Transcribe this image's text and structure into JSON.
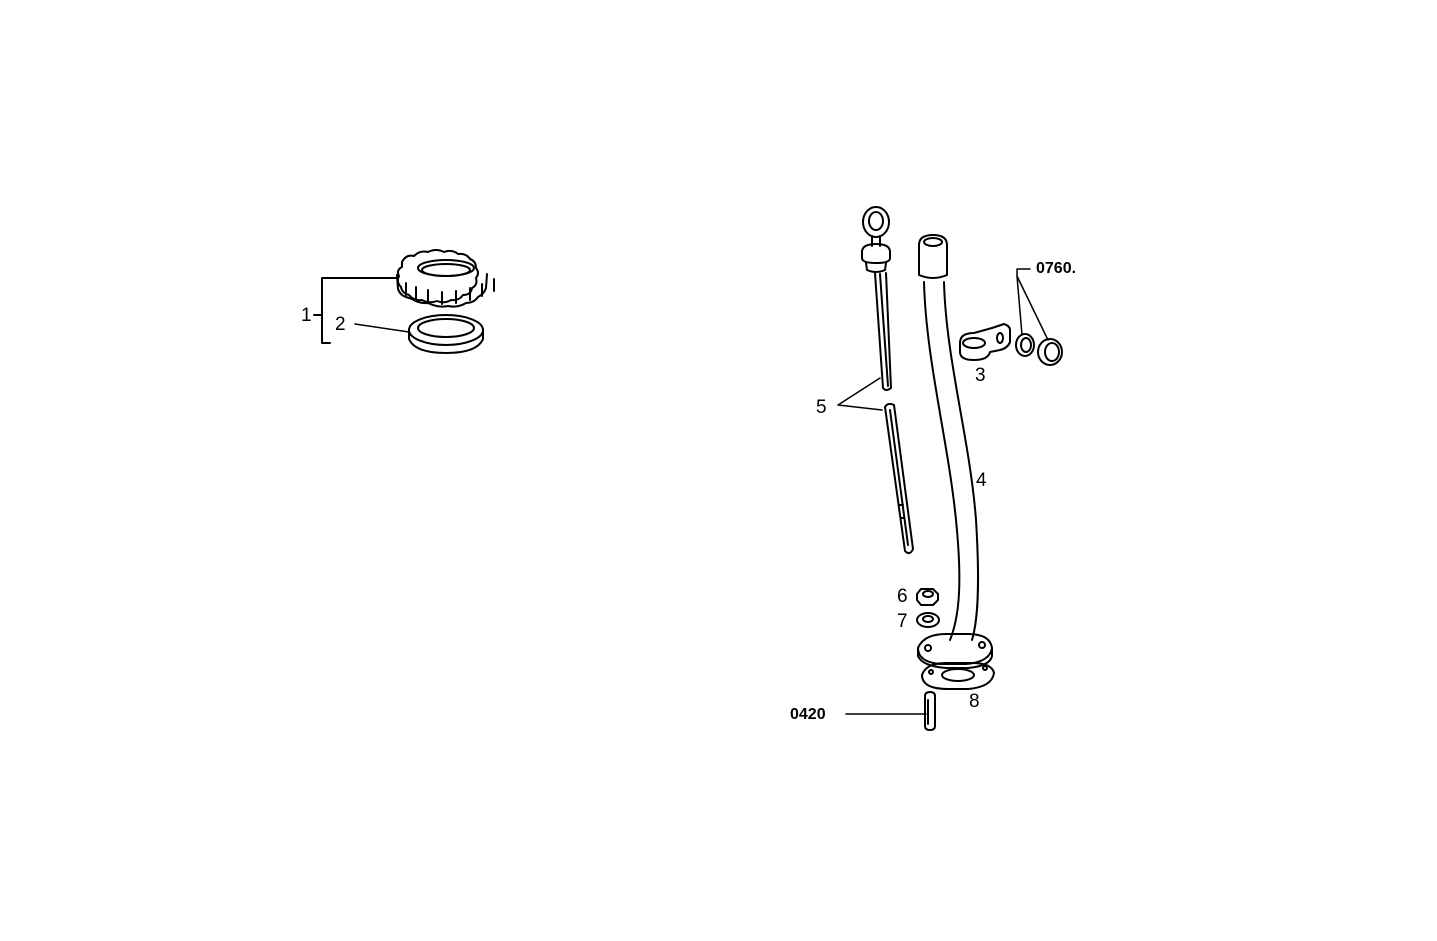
{
  "diagram": {
    "type": "exploded-parts-view",
    "background": "#ffffff",
    "line_color": "#000000",
    "callouts": [
      {
        "id": "1",
        "label": "1",
        "part": "oil filler cap assembly (bracket covering items 1-2)"
      },
      {
        "id": "2",
        "label": "2",
        "part": "sealing ring"
      },
      {
        "id": "3",
        "label": "3",
        "part": "clip / bracket"
      },
      {
        "id": "4",
        "label": "4",
        "part": "dipstick guide tube"
      },
      {
        "id": "5",
        "label": "5",
        "part": "oil dipstick (shown in two sections)"
      },
      {
        "id": "6",
        "label": "6",
        "part": "hex nut"
      },
      {
        "id": "7",
        "label": "7",
        "part": "lock washer"
      },
      {
        "id": "8",
        "label": "8",
        "part": "flange gasket"
      },
      {
        "id": "0760",
        "label": "0760.",
        "part": "nuts (reference group)"
      },
      {
        "id": "0420",
        "label": "0420",
        "part": "stud (reference group)"
      }
    ]
  }
}
